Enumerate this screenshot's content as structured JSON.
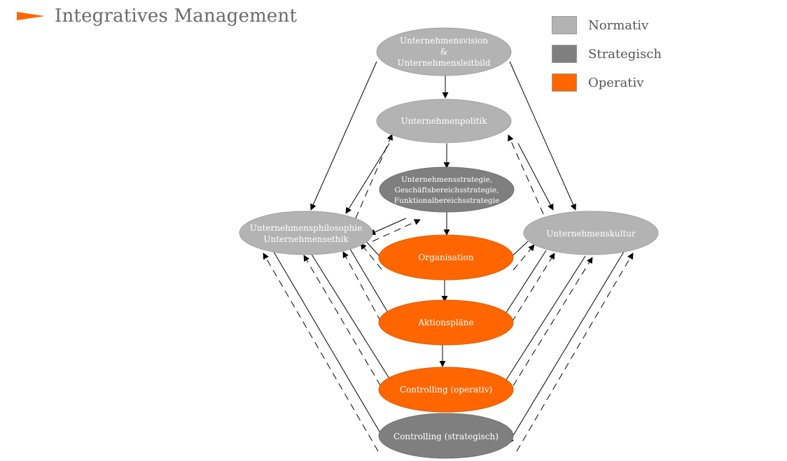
{
  "title": "Integratives Management",
  "colors": {
    "normativ": "#b3b3b3",
    "strategisch": "#7f7f7f",
    "operativ": "#ff6600",
    "accent": "#ff6600"
  },
  "legend": [
    {
      "label": "Normativ",
      "color": "#b3b3b3"
    },
    {
      "label": "Strategisch",
      "color": "#7f7f7f"
    },
    {
      "label": "Operativ",
      "color": "#ff6600"
    }
  ],
  "nodes": [
    {
      "id": "vision",
      "lines": [
        "Unternehmensvision",
        "&",
        "Unternehmensleitbild"
      ],
      "level": "normativ"
    },
    {
      "id": "politik",
      "lines": [
        "Unternehmenpolitik"
      ],
      "level": "normativ"
    },
    {
      "id": "strategie",
      "lines": [
        "Unternehmensstrategie,",
        "Geschäftsbereichsstrategie,",
        "Funktionalbereichsstrategie"
      ],
      "level": "strategisch"
    },
    {
      "id": "philosophie",
      "lines": [
        "Unternehmensphilosophie",
        "Unternehmensethik"
      ],
      "level": "normativ"
    },
    {
      "id": "kultur",
      "lines": [
        "Unternehmenskultur"
      ],
      "level": "normativ"
    },
    {
      "id": "organisation",
      "lines": [
        "Organisation"
      ],
      "level": "operativ"
    },
    {
      "id": "aktion",
      "lines": [
        "Aktionspläne"
      ],
      "level": "operativ"
    },
    {
      "id": "controlling_op",
      "lines": [
        "Controlling (operativ)"
      ],
      "level": "operativ"
    },
    {
      "id": "controlling_st",
      "lines": [
        "Controlling (strategisch)"
      ],
      "level": "strategisch"
    }
  ]
}
